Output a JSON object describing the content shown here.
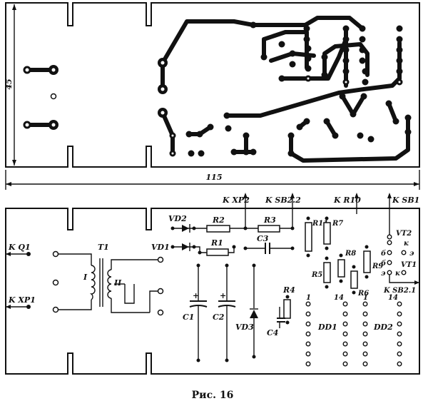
{
  "dimensions": {
    "width_label": "115",
    "height_label": "45"
  },
  "caption": "Рис. 16",
  "terminals": {
    "kq1": "K Q1",
    "kxp1": "K XP1",
    "kxp2": "K XP2",
    "ksb22": "K SB2.2",
    "kr10": "K R10",
    "ksb1": "K SB1",
    "ksb21": "K SB2.1"
  },
  "components": {
    "t1": "T1",
    "winding1": "I",
    "winding2": "II",
    "vd1": "VD1",
    "vd2": "VD2",
    "vd3": "VD3",
    "r1": "R1",
    "r2": "R2",
    "r3": "R3",
    "r4": "R4",
    "r5": "R5",
    "r6": "R6",
    "r7": "R7",
    "r8": "R8",
    "r9": "R9",
    "r11": "R11",
    "c1": "C1",
    "c2": "C2",
    "c3": "C3",
    "c4": "C4",
    "dd1": "DD1",
    "dd2": "DD2",
    "vt1": "VT1",
    "vt2": "VT2"
  },
  "pin_labels": {
    "dd1_pin1": "1",
    "dd1_pin14": "14",
    "dd2_pin1": "1",
    "dd2_pin14": "14",
    "vt2_k": "к",
    "vt2_b": "б",
    "vt2_e": "э",
    "vt1_b": "б",
    "vt1_e": "э",
    "vt1_k": "к"
  }
}
